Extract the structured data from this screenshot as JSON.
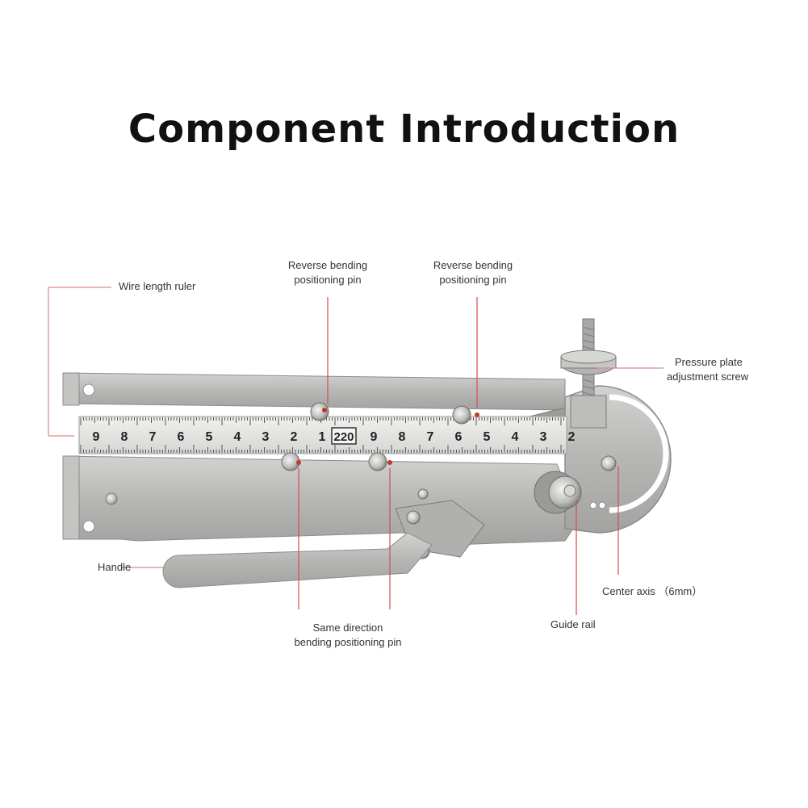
{
  "title": "Component Introduction",
  "labels": {
    "wire_length_ruler": "Wire length ruler",
    "reverse_pin_left": [
      "Reverse bending",
      "positioning pin"
    ],
    "reverse_pin_right": [
      "Reverse bending",
      "positioning pin"
    ],
    "pressure_plate_screw": [
      "Pressure plate",
      "adjustment screw"
    ],
    "handle": "Handle",
    "center_axis": "Center axis （6mm）",
    "guide_rail": "Guide rail",
    "same_direction_pin": [
      "Same direction",
      "bending positioning pin"
    ]
  },
  "ruler": {
    "numbers_left": [
      "9",
      "8",
      "7",
      "6",
      "5",
      "4",
      "3",
      "2",
      "1"
    ],
    "badge": "220",
    "numbers_right": [
      "9",
      "8",
      "7",
      "6",
      "5",
      "4",
      "3",
      "2"
    ]
  },
  "colors": {
    "metal": "#b8b8b6",
    "metal_dark": "#8c8c8a",
    "metal_light": "#d9d9d7",
    "ruler": "#e4e4e2",
    "leader_red": "#d94a4a",
    "leader_grey": "#9a9a9a"
  }
}
